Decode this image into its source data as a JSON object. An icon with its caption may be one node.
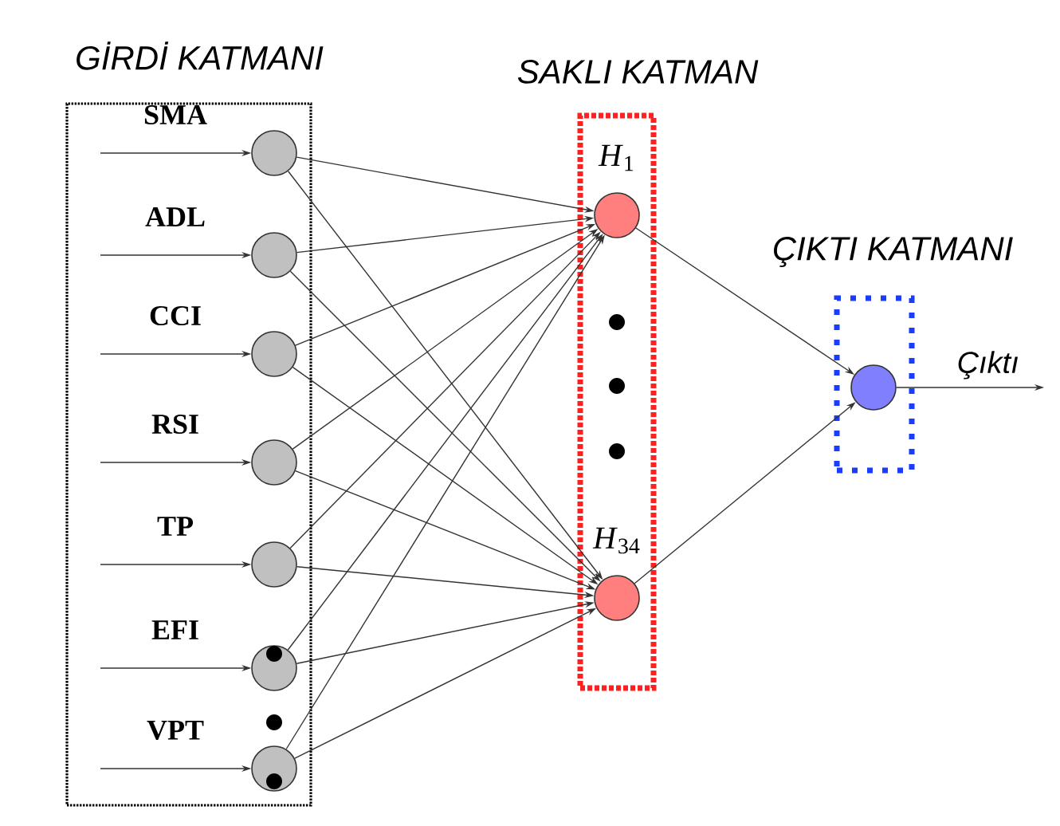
{
  "diagram": {
    "nodes": [
      {
        "text": [
          "GİRDİ KATMANI"
        ]
      },
      {
        "text": [],
        "shape": "circle",
        "in": 0,
        "beside": [
          "SMA"
        ]
      },
      {
        "text": [],
        "shape": "circle",
        "in": 0,
        "beside": [
          "ADL"
        ]
      },
      {
        "text": [],
        "shape": "circle",
        "in": 0,
        "beside": [
          "CCI"
        ]
      },
      {
        "text": [],
        "shape": "circle",
        "in": 0,
        "beside": [
          "RSI"
        ]
      },
      {
        "text": [],
        "shape": "circle",
        "in": 0,
        "beside": [
          "TP"
        ]
      },
      {
        "text": [],
        "shape": "circle",
        "in": 0,
        "beside": [
          "EFI"
        ]
      },
      {
        "text": [],
        "shape": "circle",
        "in": 0,
        "beside": [
          "VPT"
        ]
      },
      {
        "text": [
          "SAKLI KATMAN"
        ]
      },
      {
        "text": [],
        "shape": "circle",
        "in": 8,
        "beside": [
          "*H*$_{1}$"
        ]
      },
      {
        "text": [],
        "shape": "circle",
        "in": 8,
        "beside": [
          "*H*$_{34}$"
        ]
      },
      {
        "text": [
          "ÇIKTI KATMANI"
        ]
      },
      {
        "text": [],
        "shape": "circle",
        "in": 11
      }
    ],
    "edges": [
      {
        "from": null,
        "to": 1,
        "arrow": "to"
      },
      {
        "from": null,
        "to": 2,
        "arrow": "to"
      },
      {
        "from": null,
        "to": 3,
        "arrow": "to"
      },
      {
        "from": null,
        "to": 4,
        "arrow": "to"
      },
      {
        "from": null,
        "to": 5,
        "arrow": "to"
      },
      {
        "from": null,
        "to": 6,
        "arrow": "to"
      },
      {
        "from": null,
        "to": 7,
        "arrow": "to"
      },
      {
        "from": 1,
        "to": 9,
        "arrow": "to"
      },
      {
        "from": 1,
        "to": 10,
        "arrow": "to"
      },
      {
        "from": 2,
        "to": 9,
        "arrow": "to"
      },
      {
        "from": 2,
        "to": 10,
        "arrow": "to"
      },
      {
        "from": 3,
        "to": 9,
        "arrow": "to"
      },
      {
        "from": 3,
        "to": 10,
        "arrow": "to"
      },
      {
        "from": 4,
        "to": 9,
        "arrow": "to"
      },
      {
        "from": 4,
        "to": 10,
        "arrow": "to"
      },
      {
        "from": 5,
        "to": 9,
        "arrow": "to"
      },
      {
        "from": 5,
        "to": 10,
        "arrow": "to"
      },
      {
        "from": 6,
        "to": 9,
        "arrow": "to"
      },
      {
        "from": 6,
        "to": 10,
        "arrow": "to"
      },
      {
        "from": 7,
        "to": 9,
        "arrow": "to"
      },
      {
        "from": 7,
        "to": 10,
        "arrow": "to"
      },
      {
        "from": 9,
        "to": 12,
        "arrow": "to"
      },
      {
        "from": 10,
        "to": 12,
        "arrow": "to"
      },
      {
        "from": 12,
        "to": null,
        "label": "Çıktı",
        "arrow": "to"
      }
    ]
  }
}
